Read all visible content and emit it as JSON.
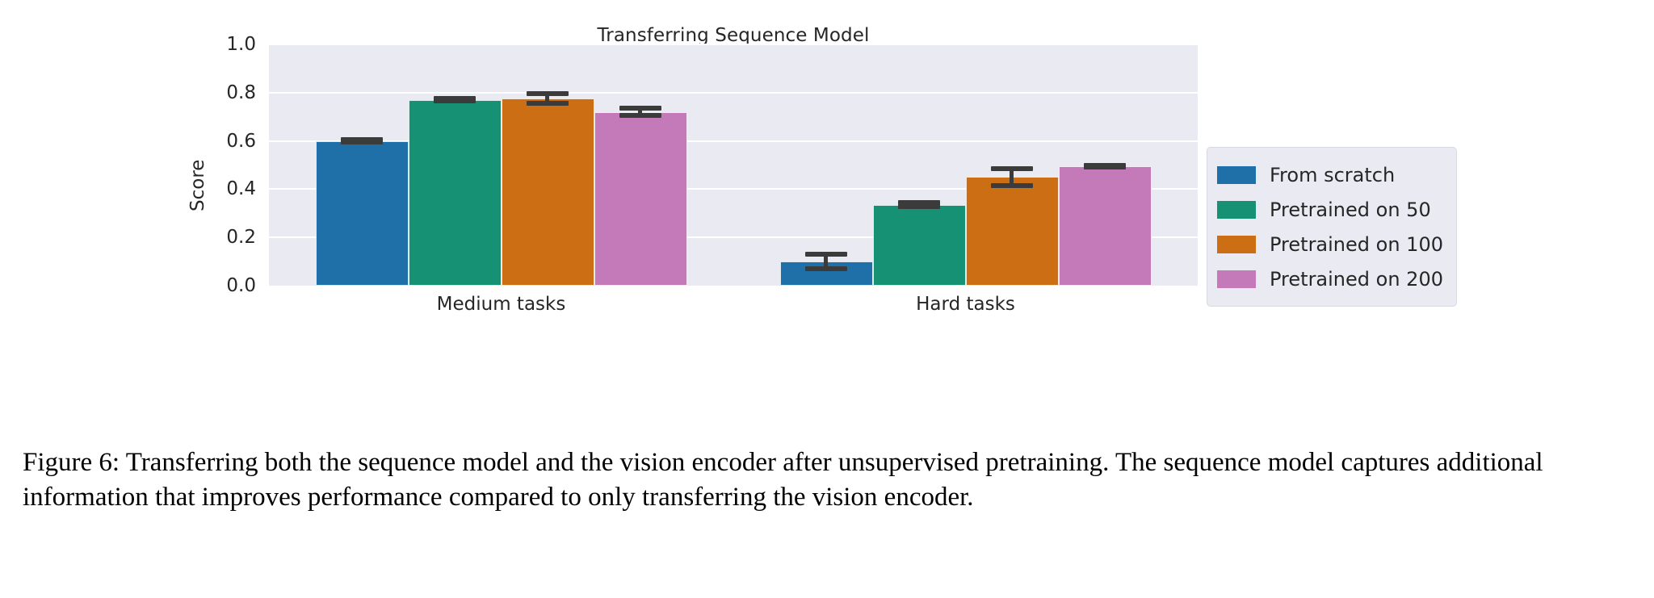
{
  "figure": {
    "caption": "Figure 6: Transferring both the sequence model and the vision encoder after unsupervised pretraining. The sequence model captures additional information that improves performance compared to only transferring the vision encoder."
  },
  "chart_data": {
    "type": "bar",
    "title": "Transferring Sequence Model",
    "xlabel": "",
    "ylabel": "Score",
    "categories": [
      "Medium tasks",
      "Hard tasks"
    ],
    "ylim": [
      0.0,
      1.0
    ],
    "yticks": [
      "0.0",
      "0.2",
      "0.4",
      "0.6",
      "0.8",
      "1.0"
    ],
    "ytick_values": [
      0.0,
      0.2,
      0.4,
      0.6,
      0.8,
      1.0
    ],
    "grid": true,
    "legend_position": "center right",
    "series": [
      {
        "name": "From scratch",
        "color": "#1f6fa8",
        "values": [
          0.6,
          0.1
        ],
        "errors": [
          0.015,
          0.04
        ]
      },
      {
        "name": "Pretrained on 50",
        "color": "#179174",
        "values": [
          0.77,
          0.335
        ],
        "errors": [
          0.015,
          0.018
        ]
      },
      {
        "name": "Pretrained on 100",
        "color": "#cc6e14",
        "values": [
          0.775,
          0.45
        ],
        "errors": [
          0.03,
          0.045
        ]
      },
      {
        "name": "Pretrained on 200",
        "color": "#c479b8",
        "values": [
          0.72,
          0.495
        ],
        "errors": [
          0.025,
          0.012
        ]
      }
    ],
    "style": {
      "axes_background": "#eaeaf2",
      "grid_color": "#ffffff",
      "error_color": "#3b3b3b",
      "text_color": "#262626"
    }
  }
}
